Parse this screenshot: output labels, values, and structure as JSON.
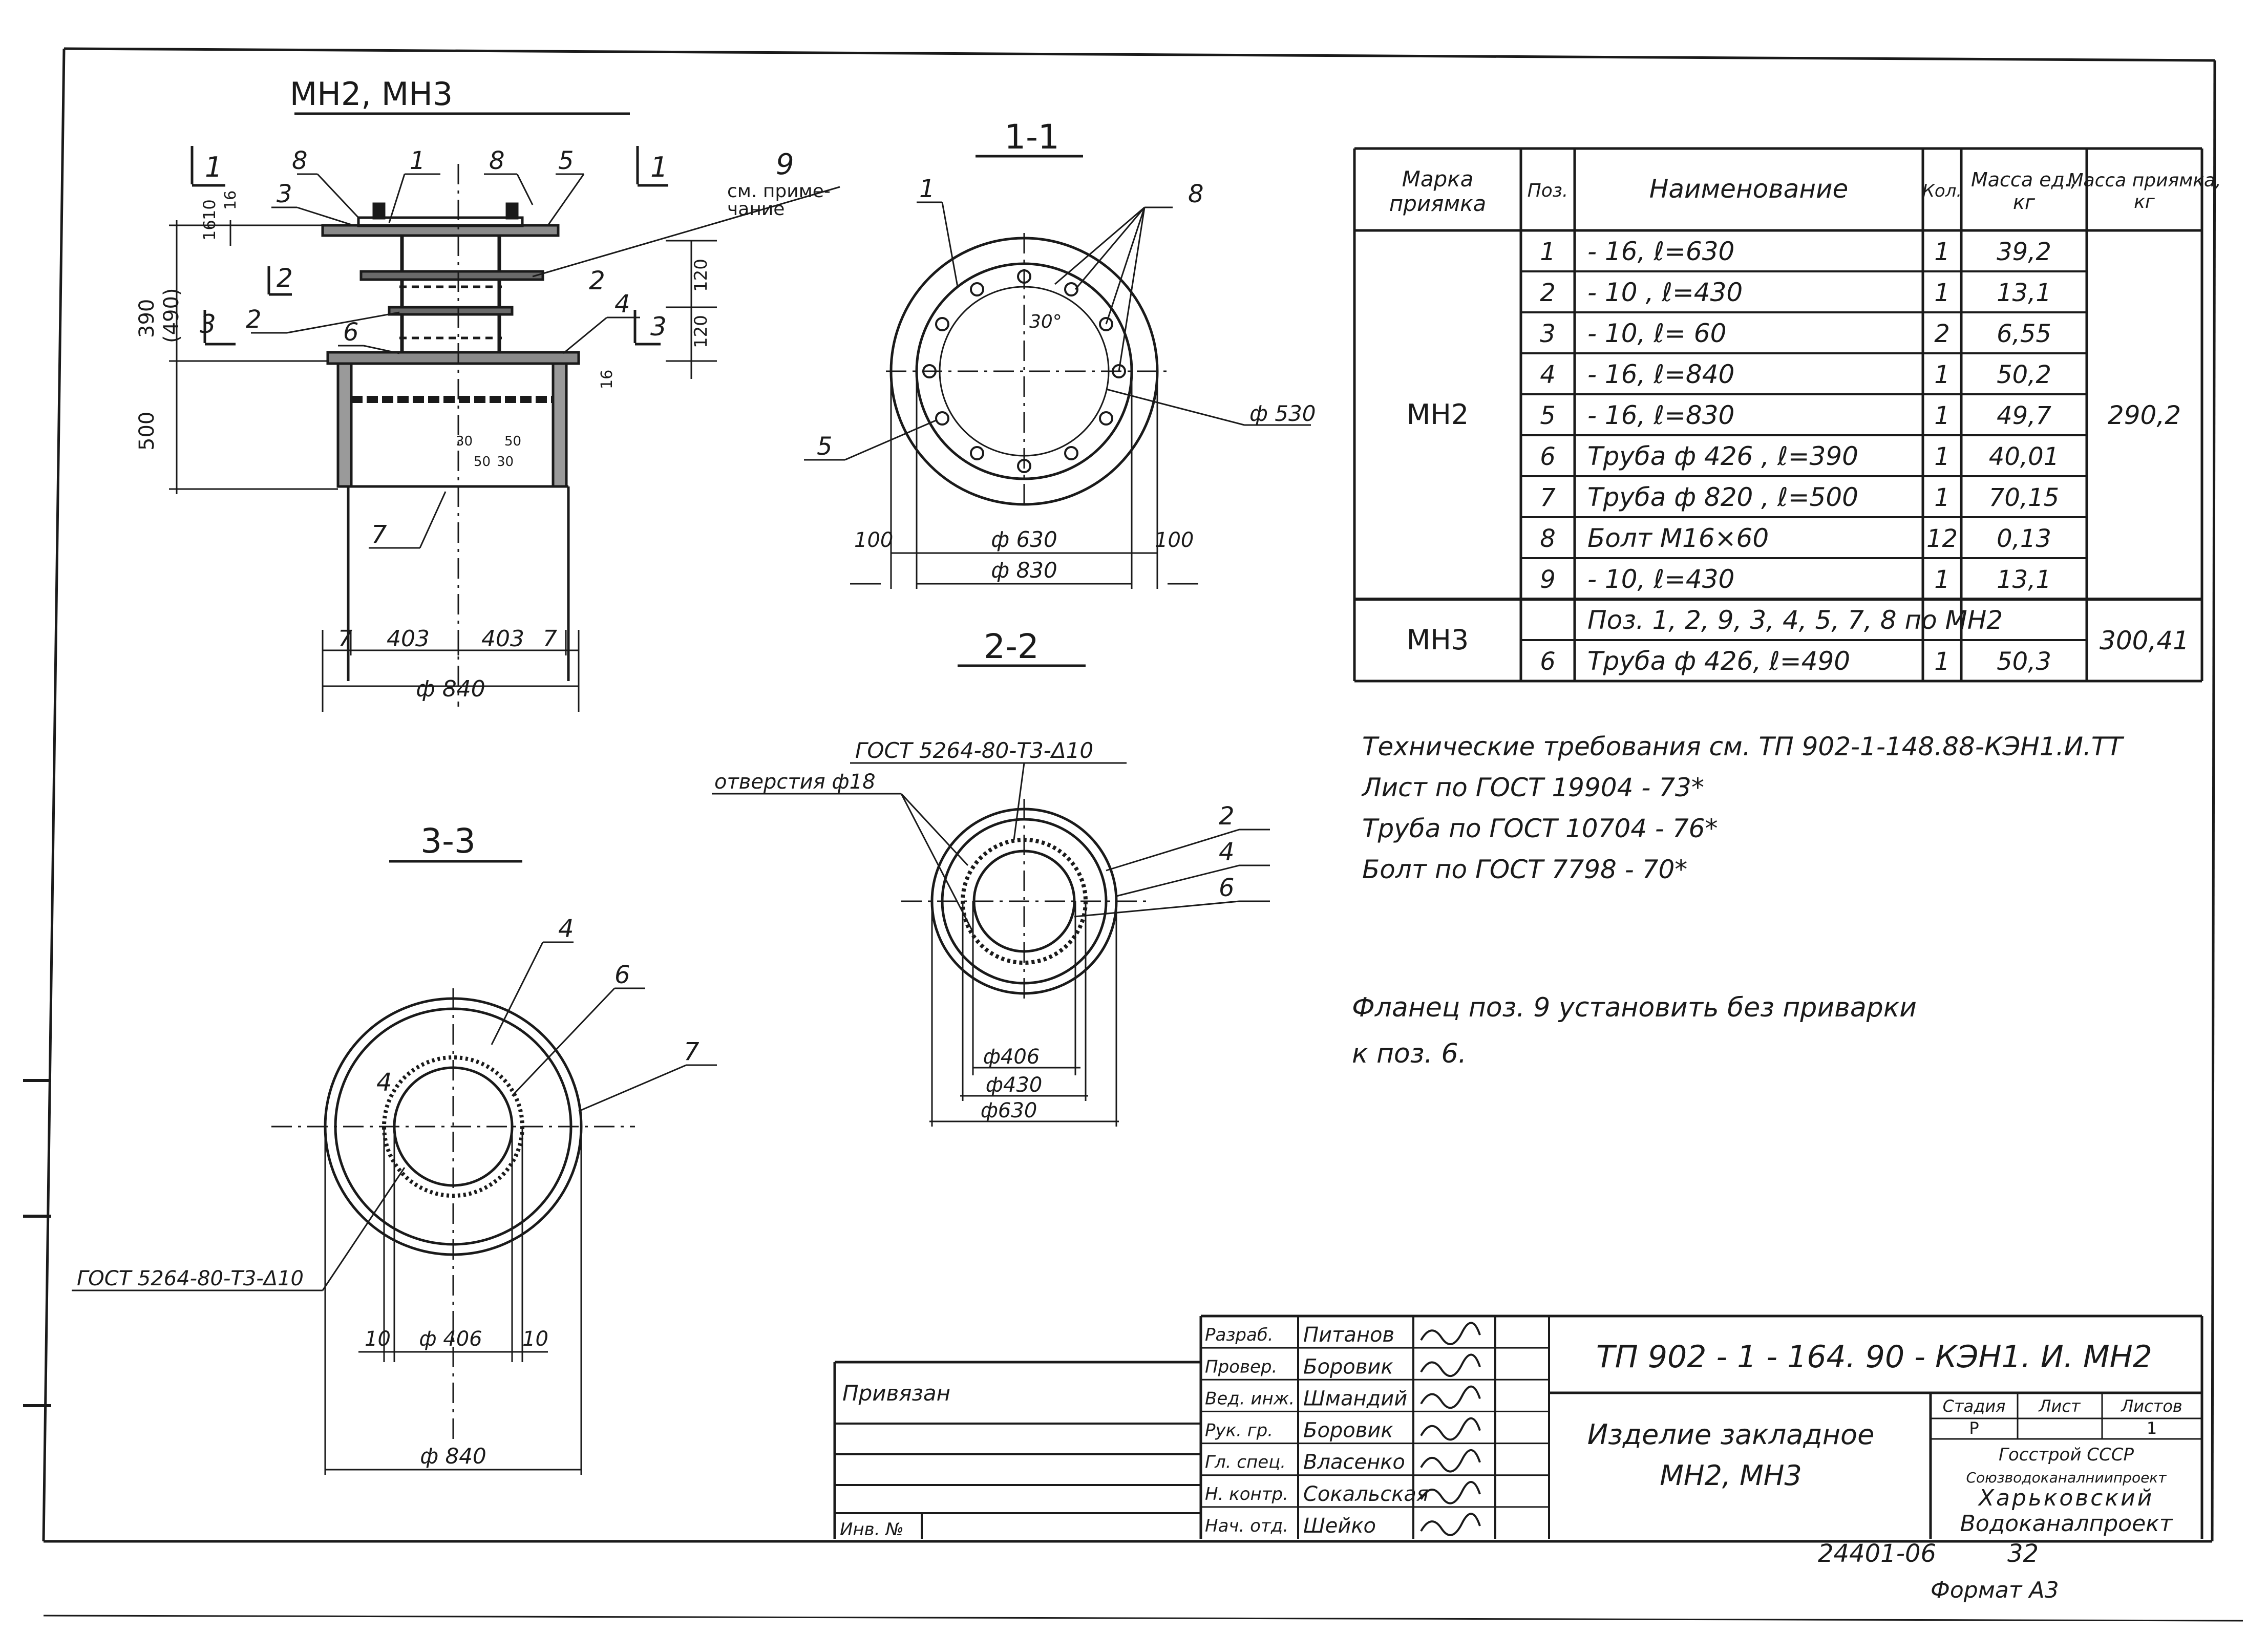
{
  "views": {
    "main": {
      "title": "МН2, МН3"
    },
    "s11": {
      "title": "1-1"
    },
    "s22": {
      "title": "2-2"
    },
    "s33": {
      "title": "3-3"
    }
  },
  "callouts": {
    "c1": "1",
    "c2": "2",
    "c3": "3",
    "c4": "4",
    "c5": "5",
    "c6": "6",
    "c7": "7",
    "c8": "8",
    "c9": "9",
    "sec1": "1",
    "sec2": "2",
    "sec3": "3",
    "note9": "см. приме-\nчание"
  },
  "dims": {
    "d16": "16",
    "d10": "10",
    "d16b": "16",
    "d390": "390",
    "d490": "(490)",
    "d500": "500",
    "d120a": "120",
    "d120b": "120",
    "d16c": "16",
    "d403a": "403",
    "d403b": "403",
    "d7a": "7",
    "d7b": "7",
    "d840": "ф 840",
    "d30deg": "30°",
    "d630": "ф 630",
    "d830": "ф 830",
    "d100a": "100",
    "d100b": "100",
    "d530": "ф 530",
    "gost22": "ГОСТ 5264-80-Т3-Δ10",
    "holes": "отверстия ф18",
    "d406": "ф406",
    "d430": "ф430",
    "d630b": "ф630",
    "gost33": "ГОСТ 5264-80-Т3-Δ10",
    "d10a": "10",
    "d10b": "10",
    "d406b": "ф 406",
    "d840b": "ф 840",
    "d30a": "30",
    "d50a": "50",
    "d50b": "50",
    "d30b": "30"
  },
  "spec_table": {
    "headers": {
      "mark": "Марка приямка",
      "pos": "Поз.",
      "name": "Наименование",
      "qty": "Кол.",
      "mass_unit": "Масса ед., кг",
      "mass_total": "Масса приямка, кг"
    },
    "groups": [
      {
        "mark": "МН2",
        "total": "290,2",
        "rows": [
          {
            "pos": "1",
            "name": "- 16,   ℓ=630",
            "qty": "1",
            "mass": "39,2"
          },
          {
            "pos": "2",
            "name": "- 10 ,  ℓ=430",
            "qty": "1",
            "mass": "13,1"
          },
          {
            "pos": "3",
            "name": "- 10,   ℓ= 60",
            "qty": "2",
            "mass": "6,55"
          },
          {
            "pos": "4",
            "name": "- 16,   ℓ=840",
            "qty": "1",
            "mass": "50,2"
          },
          {
            "pos": "5",
            "name": "- 16,   ℓ=830",
            "qty": "1",
            "mass": "49,7"
          },
          {
            "pos": "6",
            "name": "Труба ф 426 , ℓ=390",
            "qty": "1",
            "mass": "40,01"
          },
          {
            "pos": "7",
            "name": "Труба ф 820 , ℓ=500",
            "qty": "1",
            "mass": "70,15"
          },
          {
            "pos": "8",
            "name": "Болт   М16×60",
            "qty": "12",
            "mass": "0,13"
          },
          {
            "pos": "9",
            "name": "- 10,    ℓ=430",
            "qty": "1",
            "mass": "13,1"
          }
        ]
      },
      {
        "mark": "МН3",
        "total": "300,41",
        "rows": [
          {
            "pos": "",
            "name": "Поз. 1, 2, 9, 3, 4, 5, 7, 8 по МН2",
            "qty": "",
            "mass": ""
          },
          {
            "pos": "6",
            "name": "Труба ф 426, ℓ=490",
            "qty": "1",
            "mass": "50,3"
          }
        ]
      }
    ]
  },
  "notes": {
    "tech_req": "Технические   требования    см. ТП 902-1-148.88-КЭН1.И.ТТ",
    "line1": "Лист    по     ГОСТ   19904 - 73*",
    "line2": "Труба   по    ГОСТ    10704 - 76*",
    "line3": "Болт    по    ГОСТ     7798 - 70*",
    "flange1": "Фланец  поз. 9   установить   без   приварки",
    "flange2": "к   поз. 6."
  },
  "title_block": {
    "roles": [
      {
        "role": "Разраб.",
        "name": "Питанов"
      },
      {
        "role": "Провер.",
        "name": "Боровик"
      },
      {
        "role": "Вед. инж.",
        "name": "Шмандий"
      },
      {
        "role": "Рук. гр.",
        "name": "Боровик"
      },
      {
        "role": "Гл. спец.",
        "name": "Власенко"
      },
      {
        "role": "Н. контр.",
        "name": "Сокальская"
      },
      {
        "role": "Нач. отд.",
        "name": "Шейко"
      }
    ],
    "attached": "Привязан",
    "inv": "Инв. №",
    "code": "ТП 902 - 1 - 164. 90 - КЭН1. И. МН2",
    "product": "Изделие  закладное",
    "product_marks": "МН2, МН3",
    "stage_label": "Стадия",
    "sheet_label": "Лист",
    "sheets_label": "Листов",
    "stage": "Р",
    "sheet": "",
    "sheets": "1",
    "org1": "Госстрой СССР",
    "org2": "Союзводоканалниипроект",
    "org3": "Харьковский",
    "org4": "Водоканалпроект"
  },
  "footer": {
    "archive": "24401-06",
    "num": "32",
    "format": "Формат А3"
  }
}
